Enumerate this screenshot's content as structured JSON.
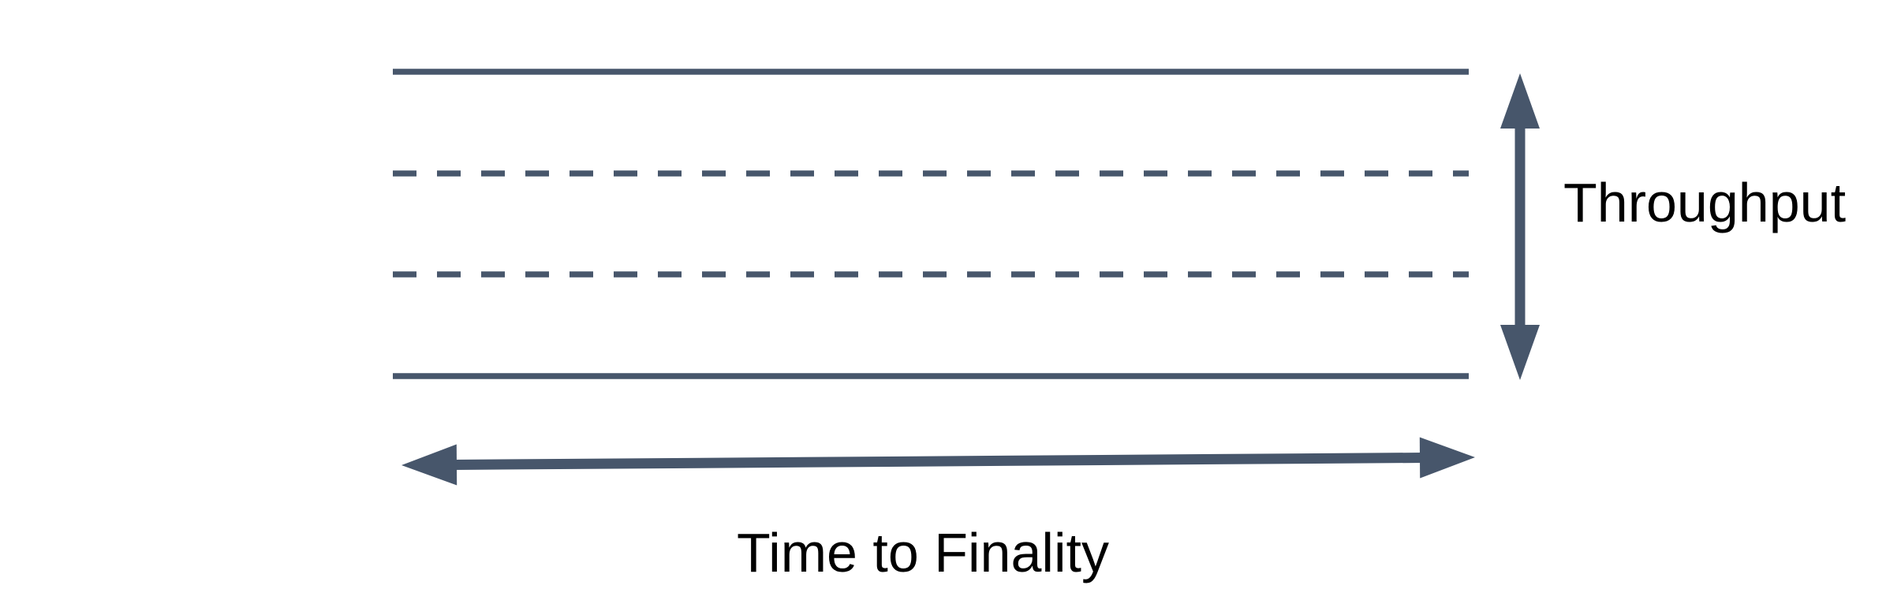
{
  "labels": {
    "throughput": "Throughput",
    "time_to_finality": "Time to Finality"
  },
  "colors": {
    "line": "#47566B",
    "text": "#000000",
    "background": "#FFFFFF"
  },
  "diagram": {
    "band_lines": [
      {
        "style": "solid"
      },
      {
        "style": "dashed"
      },
      {
        "style": "dashed"
      },
      {
        "style": "solid"
      }
    ]
  }
}
